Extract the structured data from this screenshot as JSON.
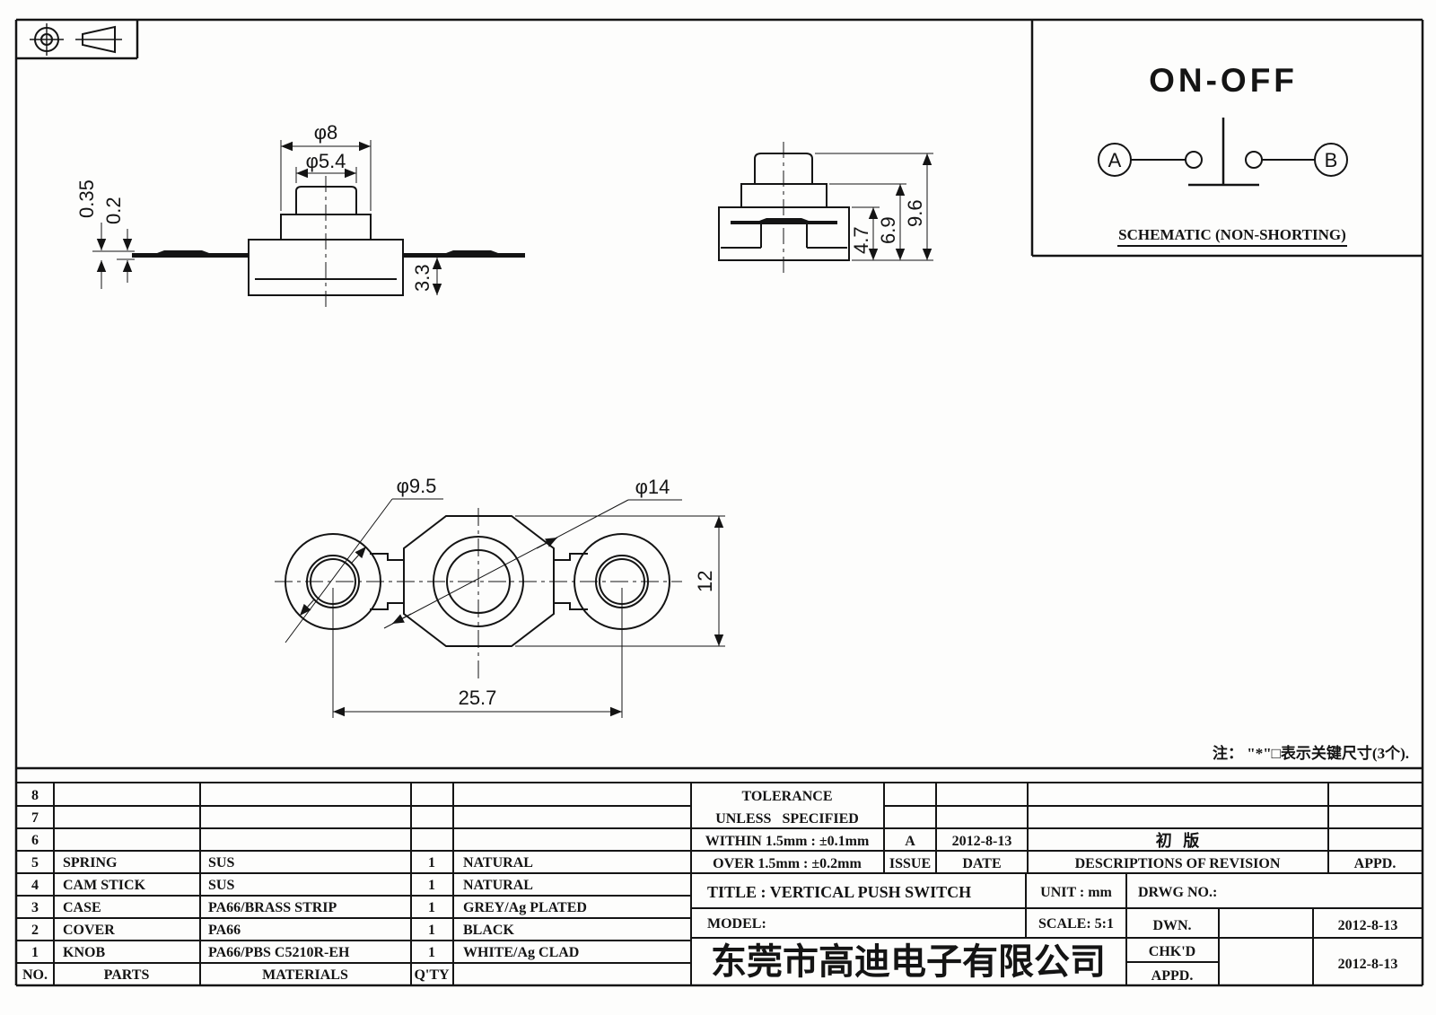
{
  "drawing": {
    "front": {
      "phi8": "φ8",
      "phi54": "φ5.4",
      "t035": "0.35",
      "t02": "0.2",
      "h33": "3.3"
    },
    "side": {
      "d47": "4.7",
      "d69": "6.9",
      "d96": "9.6"
    },
    "bottom": {
      "phi95": "φ9.5",
      "phi14": "φ14",
      "d12": "12",
      "d257": "25.7"
    }
  },
  "schematic": {
    "title": "ON-OFF",
    "terminal_a": "A",
    "terminal_b": "B",
    "caption": "SCHEMATIC (NON-SHORTING)"
  },
  "note": "注： \"*\"□表示关键尺寸(3个).",
  "parts_table": {
    "headers": {
      "no": "NO.",
      "parts": "PARTS",
      "materials": "MATERIALS",
      "qty": "Q'TY"
    },
    "rows": [
      {
        "no": "8",
        "parts": "",
        "materials": "",
        "qty": "",
        "finish": ""
      },
      {
        "no": "7",
        "parts": "",
        "materials": "",
        "qty": "",
        "finish": ""
      },
      {
        "no": "6",
        "parts": "",
        "materials": "",
        "qty": "",
        "finish": ""
      },
      {
        "no": "5",
        "parts": "SPRING",
        "materials": "SUS",
        "qty": "1",
        "finish": "NATURAL"
      },
      {
        "no": "4",
        "parts": "CAM STICK",
        "materials": "SUS",
        "qty": "1",
        "finish": "NATURAL"
      },
      {
        "no": "3",
        "parts": "CASE",
        "materials": "PA66/BRASS STRIP",
        "qty": "1",
        "finish": "GREY/Ag PLATED"
      },
      {
        "no": "2",
        "parts": "COVER",
        "materials": "PA66",
        "qty": "1",
        "finish": "BLACK"
      },
      {
        "no": "1",
        "parts": "KNOB",
        "materials": "PA66/PBS C5210R-EH",
        "qty": "1",
        "finish": "WHITE/Ag CLAD"
      }
    ]
  },
  "tolerance": {
    "l1": "TOLERANCE",
    "l2": "UNLESS SPECIFIED",
    "within": "WITHIN 1.5mm : ±0.1mm",
    "over": "OVER 1.5mm : ±0.2mm"
  },
  "revision": {
    "issue_val": "A",
    "date_val": "2012-8-13",
    "desc_val": "初 版",
    "issue": "ISSUE",
    "date": "DATE",
    "desc": "DESCRIPTIONS OF REVISION",
    "appd": "APPD."
  },
  "title_block": {
    "title": "TITLE : VERTICAL PUSH SWITCH",
    "unit": "UNIT : mm",
    "drwg": "DRWG NO.:",
    "model": "MODEL:",
    "scale": "SCALE: 5:1",
    "dwn": "DWN.",
    "chkd": "CHK'D",
    "appd": "APPD.",
    "dwn_date": "2012-8-13",
    "chkd_date": "2012-8-13",
    "company": "东莞市高迪电子有限公司"
  },
  "colors": {
    "ink": "#141414",
    "paper": "#fdfdfc"
  }
}
